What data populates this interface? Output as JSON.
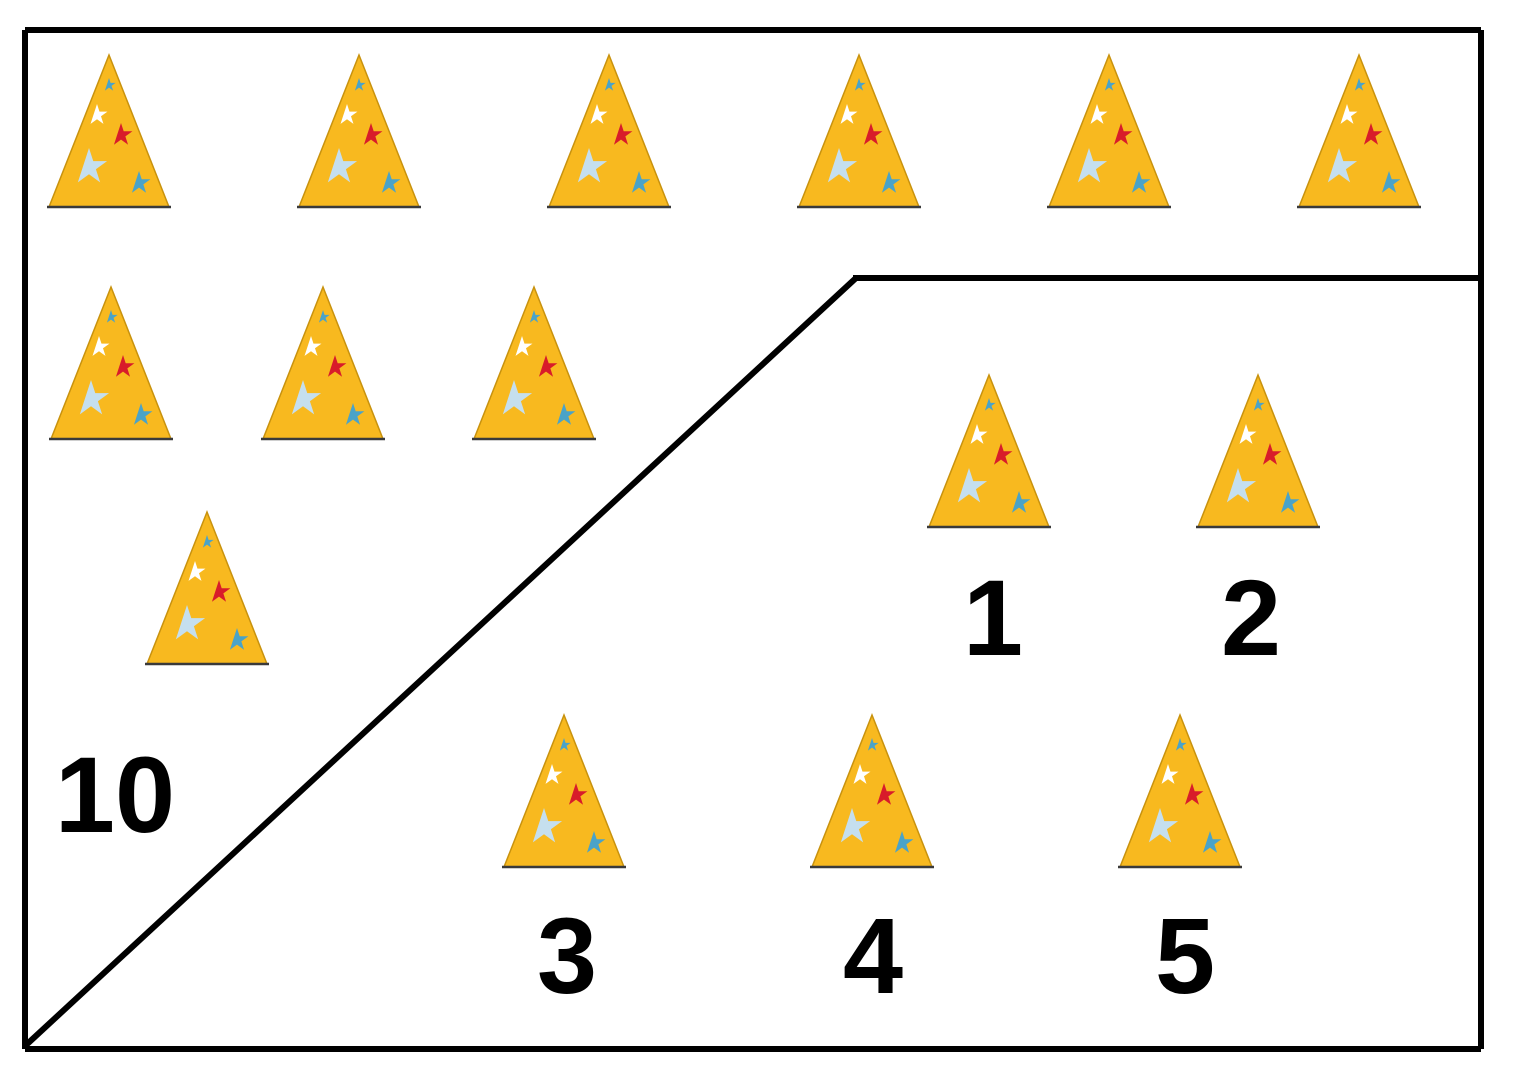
{
  "figure": {
    "colors": {
      "background": "#ffffff",
      "outline": "#000000",
      "hat_fill": "#f8b91f",
      "hat_edge": "#c8920e",
      "star_red": "#d81c2a",
      "star_white": "#ffffff",
      "star_pale_blue": "#c5dfee",
      "star_blue": "#4aa3c8"
    },
    "icon": "party-hat-icon",
    "whole": {
      "label": "10",
      "count": 10
    },
    "parts": [
      {
        "label": "1"
      },
      {
        "label": "2"
      },
      {
        "label": "3"
      },
      {
        "label": "4"
      },
      {
        "label": "5"
      }
    ]
  }
}
